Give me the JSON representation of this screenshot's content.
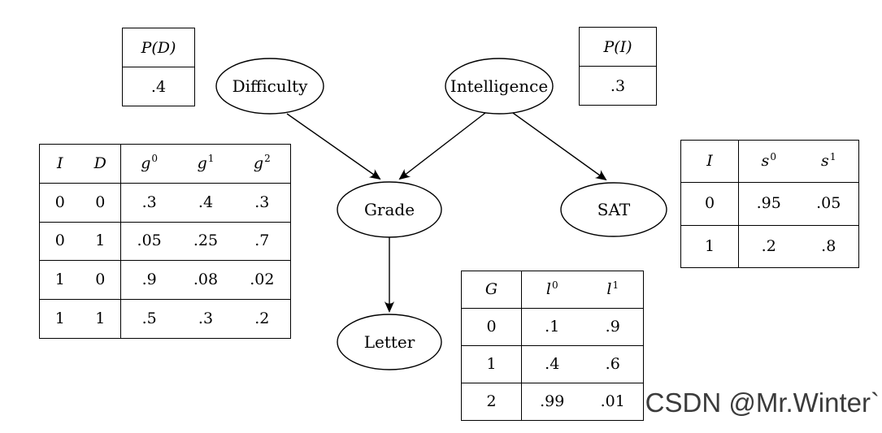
{
  "nodes": {
    "difficulty": {
      "label": "Difficulty"
    },
    "intelligence": {
      "label": "Intelligence"
    },
    "grade": {
      "label": "Grade"
    },
    "sat": {
      "label": "SAT"
    },
    "letter": {
      "label": "Letter"
    }
  },
  "edges": [
    {
      "from": "Difficulty",
      "to": "Grade"
    },
    {
      "from": "Intelligence",
      "to": "Grade"
    },
    {
      "from": "Intelligence",
      "to": "SAT"
    },
    {
      "from": "Grade",
      "to": "Letter"
    }
  ],
  "tables": {
    "p_d": {
      "header": "P(D)",
      "value": ".4"
    },
    "p_i": {
      "header": "P(I)",
      "value": ".3"
    },
    "grade_cpt": {
      "key_headers": [
        "I",
        "D"
      ],
      "value_headers": [
        {
          "base": "g",
          "sup": "0"
        },
        {
          "base": "g",
          "sup": "1"
        },
        {
          "base": "g",
          "sup": "2"
        }
      ],
      "rows": [
        {
          "keys": [
            "0",
            "0"
          ],
          "values": [
            ".3",
            ".4",
            ".3"
          ]
        },
        {
          "keys": [
            "0",
            "1"
          ],
          "values": [
            ".05",
            ".25",
            ".7"
          ]
        },
        {
          "keys": [
            "1",
            "0"
          ],
          "values": [
            ".9",
            ".08",
            ".02"
          ]
        },
        {
          "keys": [
            "1",
            "1"
          ],
          "values": [
            ".5",
            ".3",
            ".2"
          ]
        }
      ]
    },
    "sat_cpt": {
      "key_headers": [
        "I"
      ],
      "value_headers": [
        {
          "base": "s",
          "sup": "0"
        },
        {
          "base": "s",
          "sup": "1"
        }
      ],
      "rows": [
        {
          "keys": [
            "0"
          ],
          "values": [
            ".95",
            ".05"
          ]
        },
        {
          "keys": [
            "1"
          ],
          "values": [
            ".2",
            ".8"
          ]
        }
      ]
    },
    "letter_cpt": {
      "key_headers": [
        "G"
      ],
      "value_headers": [
        {
          "base": "l",
          "sup": "0"
        },
        {
          "base": "l",
          "sup": "1"
        }
      ],
      "rows": [
        {
          "keys": [
            "0"
          ],
          "values": [
            ".1",
            ".9"
          ]
        },
        {
          "keys": [
            "1"
          ],
          "values": [
            ".4",
            ".6"
          ]
        },
        {
          "keys": [
            "2"
          ],
          "values": [
            ".99",
            ".01"
          ]
        }
      ]
    }
  },
  "watermark": {
    "text": "CSDN @Mr.Winter`"
  },
  "colors": {
    "line": "#000000",
    "background": "#ffffff",
    "watermark": "#3b3b3b"
  }
}
